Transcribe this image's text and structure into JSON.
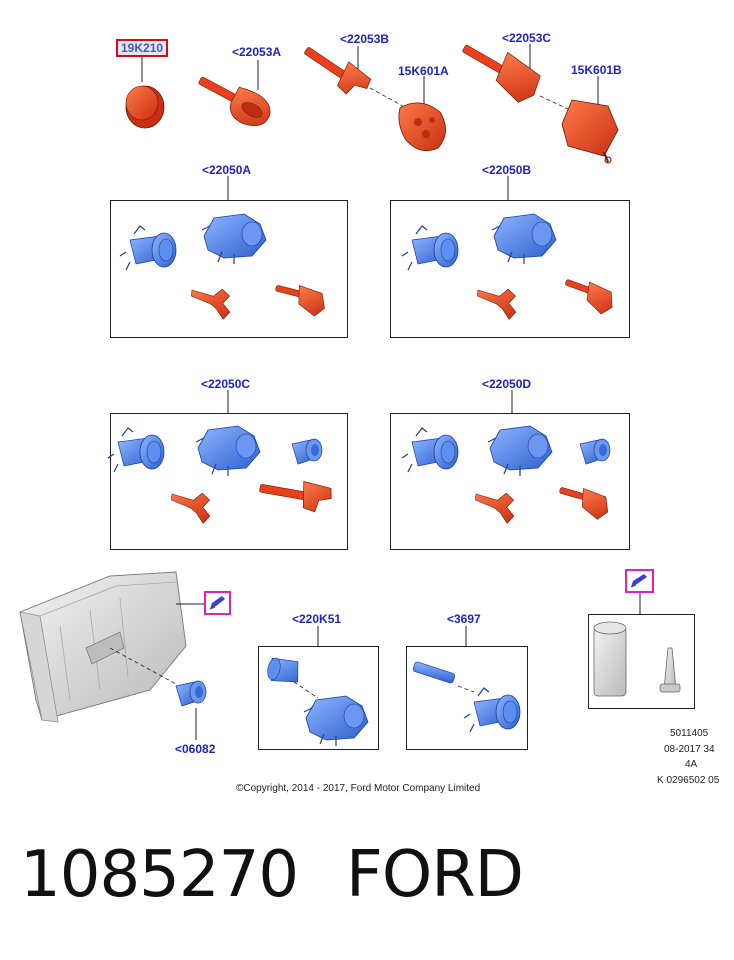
{
  "callouts": {
    "c19k210": "19K210",
    "c22053a": "<22053A",
    "c22053b": "<22053B",
    "c15k601a": "15K601A",
    "c22053c": "<22053C",
    "c15k601b": "15K601B",
    "c22050a": "<22050A",
    "c22050b": "<22050B",
    "c22050c": "<22050C",
    "c22050d": "<22050D",
    "c220k51": "<220K51",
    "c3697": "<3697",
    "c06082": "<06082"
  },
  "reference": {
    "line1": "5011405",
    "line2": "08-2017 34",
    "line3": "4A",
    "line4": "K 0296502 05"
  },
  "copyright": "©Copyright, 2014 - 2017, Ford Motor Company Limited",
  "caption": {
    "part_number": "1085270",
    "brand": "FORD"
  },
  "icons": [
    "pen-note-icon",
    "pen-note-icon"
  ],
  "colors": {
    "callout_text": "#1e22c8",
    "key_parts": "#e8401c",
    "lock_parts": "#4a7be0",
    "highlight_border": "#d01010",
    "note_border": "#e01ec8"
  }
}
